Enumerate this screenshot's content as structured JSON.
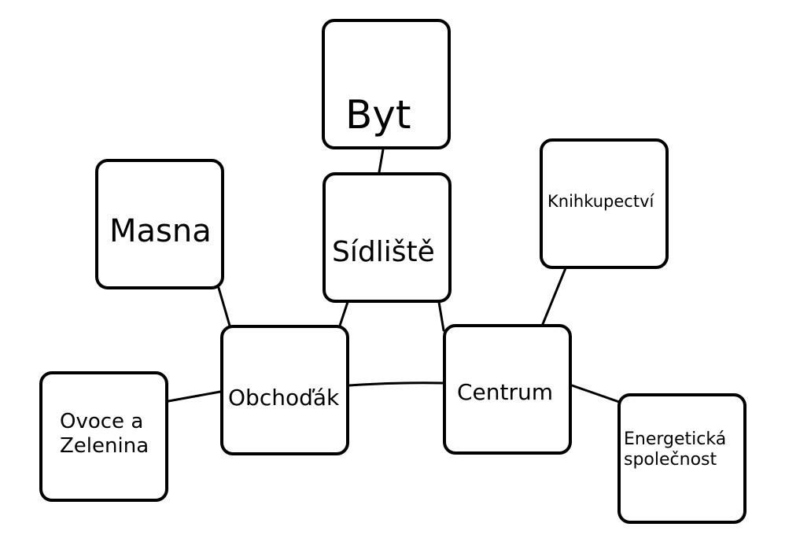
{
  "diagram": {
    "nodes": [
      {
        "id": "byt",
        "label": "Byt"
      },
      {
        "id": "masna",
        "label": "Masna"
      },
      {
        "id": "sidliste",
        "label": "Sídliště"
      },
      {
        "id": "knihkupectvi",
        "label": "Knihkupectví"
      },
      {
        "id": "obchodak",
        "label": "Obchoďák"
      },
      {
        "id": "centrum",
        "label": "Centrum"
      },
      {
        "id": "ovoce",
        "label": "Ovoce a\nZelenina"
      },
      {
        "id": "energeticka",
        "label": "Energetická\nspolečnost"
      }
    ],
    "edges": [
      {
        "from": "byt",
        "to": "sidliste"
      },
      {
        "from": "masna",
        "to": "obchodak"
      },
      {
        "from": "sidliste",
        "to": "obchodak"
      },
      {
        "from": "sidliste",
        "to": "centrum"
      },
      {
        "from": "knihkupectvi",
        "to": "centrum"
      },
      {
        "from": "obchodak",
        "to": "centrum"
      },
      {
        "from": "ovoce",
        "to": "obchodak"
      },
      {
        "from": "centrum",
        "to": "energeticka"
      }
    ],
    "colors": {
      "stroke": "#000000",
      "background": "#ffffff"
    }
  }
}
